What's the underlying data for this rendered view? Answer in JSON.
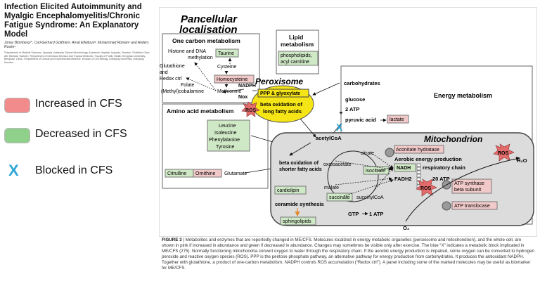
{
  "paper": {
    "title": "Infection Elicited Autoimmunity and Myalgic Encephalomyelitis/Chronic Fatigue Syndrome: An Explanatory Model",
    "authors": "Jonas Blomberg¹*, Carl-Gerhard Gottfries², Amal Elfaitouri³, Muhammad Rizwan¹ and Anders Rosén⁴",
    "affiliations": "¹Department of Medical Sciences, Uppsala University Clinical Microbiology, Academic Hospital, Uppsala, Sweden, ²Gottfries Clinic AB, Mölndal, Sweden, ³Department of Infectious Disease and Tropical Medicine, Faculty of Public Health, Benghazi University, Benghazi, Libya, ⁴Department of Clinical and Experimental Medicine, Division of Cell Biology, Linköping University, Linköping, Sweden"
  },
  "legend": {
    "increased": {
      "label": "Increased in CFS",
      "color": "#f28b8b"
    },
    "decreased": {
      "label": "Decreased in CFS",
      "color": "#8fd08a"
    },
    "blocked": {
      "symbol": "X",
      "label": "Blocked in CFS",
      "color": "#2ea6d8"
    }
  },
  "figure": {
    "box_colors": {
      "pink": "#f2c9c9",
      "green": "#cfe8c6",
      "yellow": "#f6e516"
    },
    "headings": {
      "pancellular": "Pancellular",
      "localisation": "localisation",
      "one_carbon": "One carbon metabolism",
      "lipid_1": "Lipid",
      "lipid_2": "metabolism",
      "amino_acid": "Amino acid metabolism",
      "energy": "Energy metabolism",
      "peroxisome": "Peroxisome",
      "mitochondrion": "Mitochondrion"
    },
    "labels": {
      "histone_1": "Histone and DNA",
      "histone_2": "methylation",
      "taurine": "Taurine",
      "cysteine": "Cysteine",
      "homocysteine": "Homocysteine",
      "methionine": "Methionine",
      "glutathione_1": "Glutathione",
      "glutathione_2": "and",
      "glutathione_3": "Redox ctrl",
      "folate_1": "Folate",
      "folate_2": "(Methyl)cobalamine",
      "phospholipids_1": "phospholipids,",
      "phospholipids_2": "acyl carnitine",
      "nadph": "NADPH",
      "nox": "Nox",
      "carbohydrates": "carbohydrates",
      "ppp": "PPP & glyoxylate",
      "beta_ox_1": "beta oxidation of",
      "beta_ox_2": "long fatty acids",
      "glucose": "glucose",
      "atp2": "2 ATP",
      "pyruvic": "pyruvic acid",
      "lactate": "lactate",
      "leucine": "Leucine",
      "isoleucine": "Isoleucine",
      "phenylalanine": "Phenylalanine",
      "tyrosine": "Tyrosine",
      "acetylcoa": "acetylCoA",
      "citrate": "citrate",
      "aconitate": "Aconitate hydratase",
      "aerobic": "Aerobic energy production",
      "oxaloacetate": "oxaloacetate",
      "nadh": "NADH",
      "respiratory": "respiratory chain",
      "malate": "malate",
      "isocitrate": "isocitrate",
      "fadh2": "FADH2",
      "atp20": "20 ATP",
      "h2o": "H₂O",
      "beta_short_1": "beta oxidation of",
      "beta_short_2": "shorter fatty acids",
      "citrulline": "Citrulline",
      "ornithine": "Ornithine",
      "glutamate": "Glutamate",
      "cardiolipin": "cardiolipin",
      "succinate": "succinate",
      "succinylcoa": "succinylCoA",
      "ceramide": "ceramide synthesis",
      "gtp": "GTP",
      "atp1": "1 ATP",
      "sphingolipids": "sphingolipids",
      "atp_synthase_1": "ATP synthase",
      "atp_synthase_2": "beta subunit",
      "atp_translocase": "ATP translocase",
      "o2": "O₂",
      "ros": "ROS"
    }
  },
  "caption": {
    "lead": "FIGURE 3",
    "text": " | Metabolites and enzymes that are reportedly changed in ME/CFS. Molecules localized in energy metabolic organelles (peroxisome and mitochondrion), and the whole cell, are shown in pink if increased in abundance and green if decreased in abundance. Changes may sometimes be visible only after exercise. The blue “X” indicates a metabolic block implicated in ME/CFS (275). Normally functioning mitochondria convert oxygen to water through the respiratory chain. If the aerobic energy production is impaired, some oxygen can be converted to hydrogen peroxide and reactive oxygen species (ROS). PPP is the pentose phosphate pathway, an alternative pathway for energy production from carbohydrates. It produces the antioxidant NADPH. Together with glutathione, a product of one-carbon metabolism, NADPH controls ROS accumulation (“Redox ctrl”). A panel including some of the marked molecules may be useful as biomarker for ME/CFS."
  }
}
